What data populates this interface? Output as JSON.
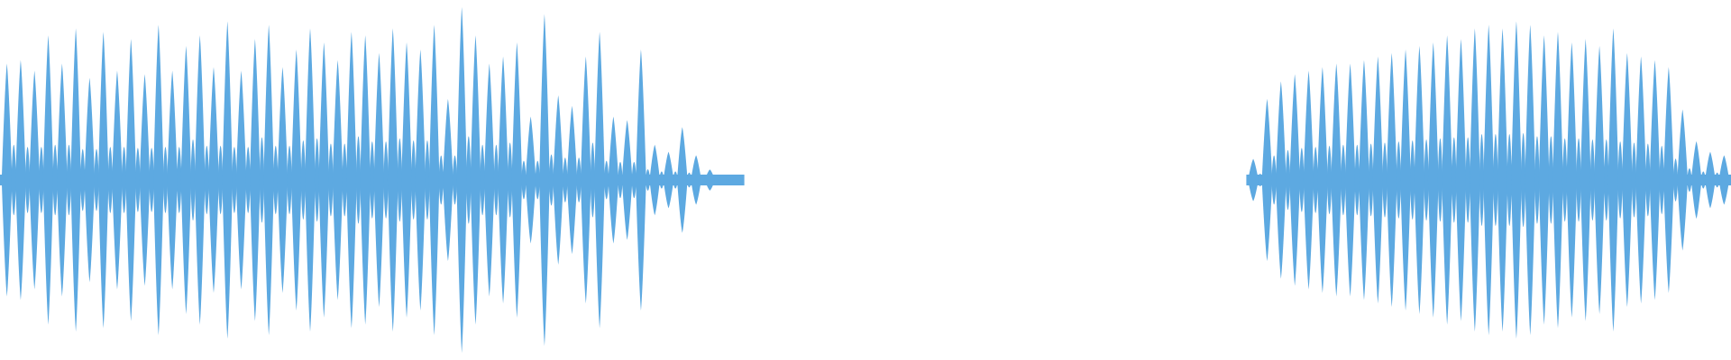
{
  "waveform": {
    "color": "#5DA9E1",
    "background": "#FFFFFF",
    "segments": [
      {
        "name": "segment-1",
        "start_fraction": 0.0,
        "end_fraction": 0.43,
        "peaks": [
          0.66,
          0.68,
          0.62,
          0.82,
          0.66,
          0.86,
          0.58,
          0.84,
          0.62,
          0.8,
          0.6,
          0.88,
          0.62,
          0.76,
          0.82,
          0.64,
          0.9,
          0.62,
          0.8,
          0.88,
          0.64,
          0.74,
          0.86,
          0.78,
          0.68,
          0.84,
          0.82,
          0.72,
          0.86,
          0.78,
          0.74,
          0.88,
          0.46,
          0.98,
          0.82,
          0.66,
          0.7,
          0.78,
          0.36,
          0.94,
          0.48,
          0.42,
          0.7,
          0.84,
          0.36,
          0.34,
          0.74,
          0.2,
          0.16,
          0.3,
          0.14,
          0.06,
          0.03,
          0.02
        ]
      },
      {
        "name": "segment-2",
        "start_fraction": 0.72,
        "end_fraction": 1.0,
        "peaks": [
          0.12,
          0.46,
          0.56,
          0.6,
          0.62,
          0.64,
          0.66,
          0.66,
          0.68,
          0.7,
          0.72,
          0.74,
          0.76,
          0.78,
          0.82,
          0.8,
          0.86,
          0.88,
          0.86,
          0.9,
          0.88,
          0.82,
          0.84,
          0.78,
          0.8,
          0.76,
          0.86,
          0.72,
          0.7,
          0.68,
          0.64,
          0.4,
          0.22,
          0.16,
          0.14
        ]
      }
    ]
  }
}
